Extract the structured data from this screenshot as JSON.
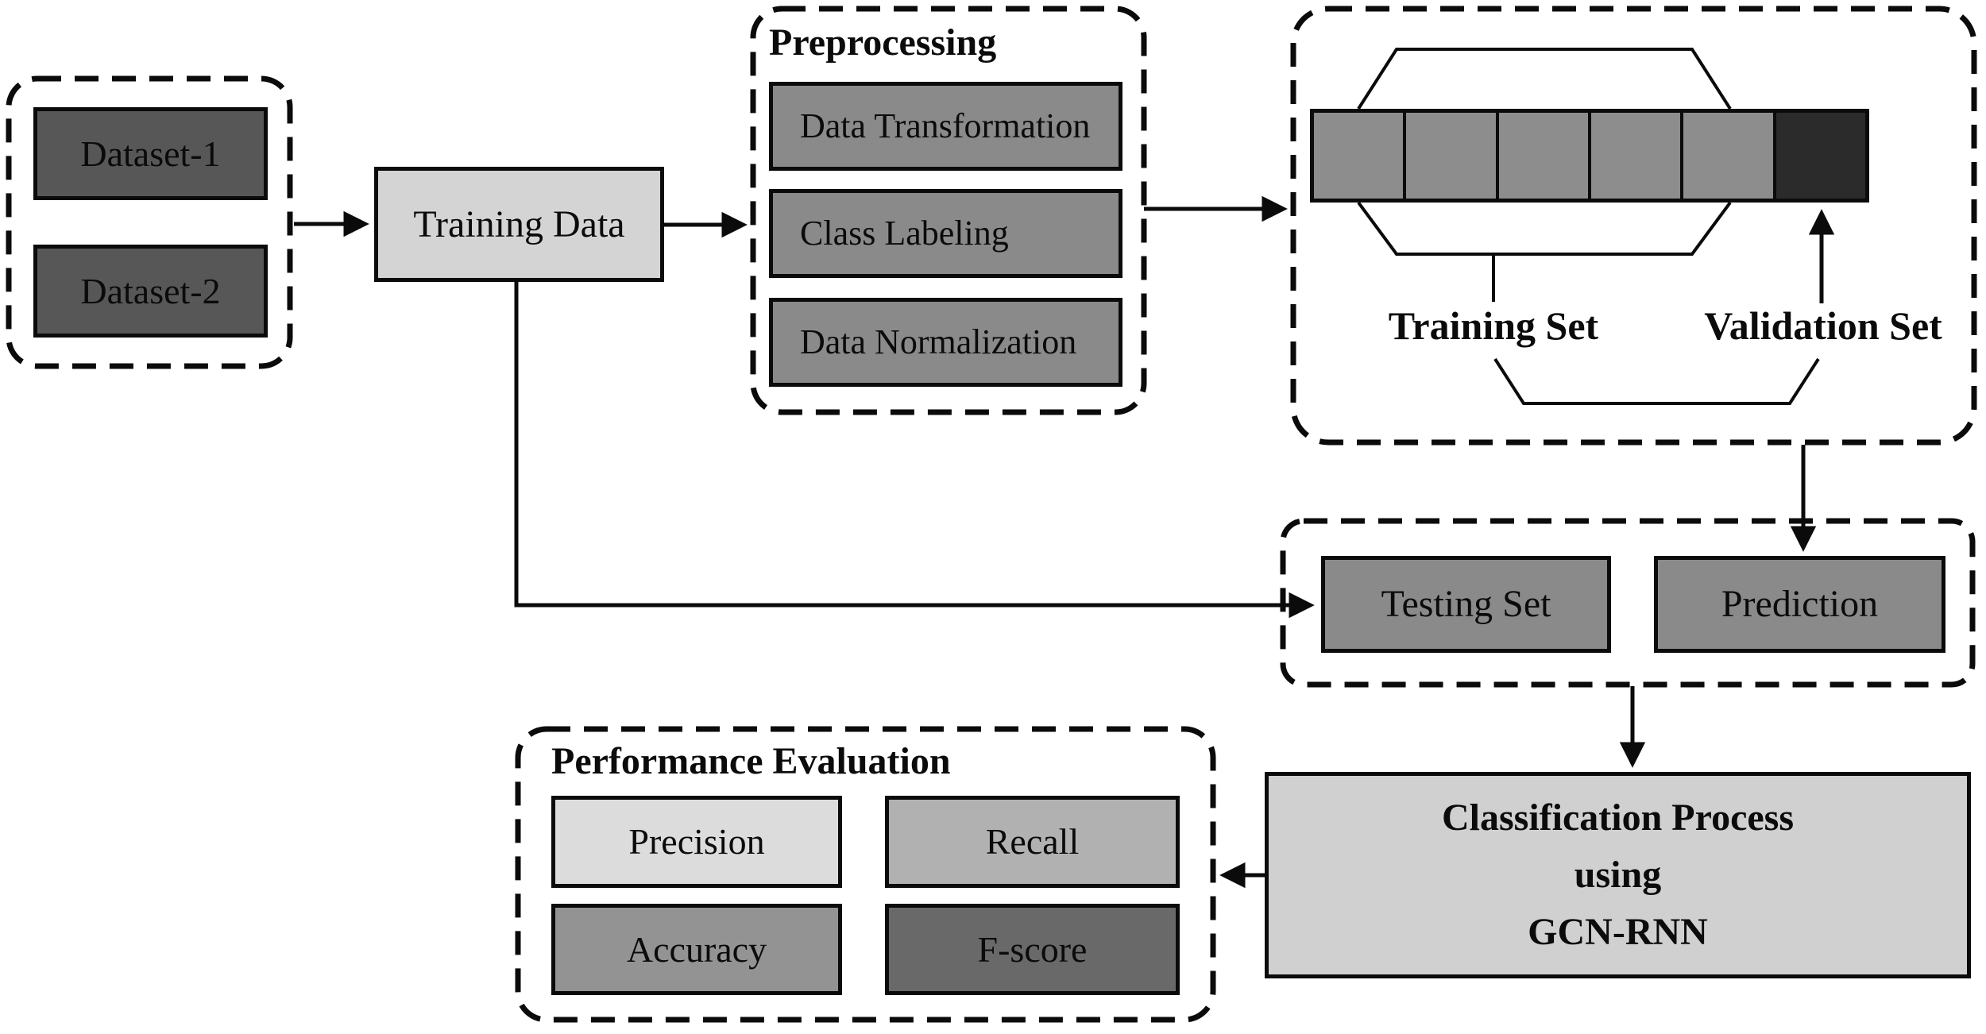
{
  "diagram": {
    "background": "#ffffff",
    "line_color": "#0b0b0b",
    "datasets_group": {
      "items": [
        {
          "label": "Dataset-1"
        },
        {
          "label": "Dataset-2"
        }
      ],
      "fill": "#575757"
    },
    "training_data": {
      "label": "Training Data",
      "fill": "#d4d4d4"
    },
    "preprocessing": {
      "title": "Preprocessing",
      "fill": "#8a8a8a",
      "steps": [
        {
          "label": "Data Transformation"
        },
        {
          "label": "Class Labeling"
        },
        {
          "label": "Data Normalization"
        }
      ]
    },
    "data_split": {
      "training_label": "Training Set",
      "validation_label": "Validation Set",
      "training_segments": 5,
      "validation_segments": 1,
      "segment_fill": "#8d8d8d",
      "validation_fill": "#2b2b2b"
    },
    "testing_group": {
      "testing_label": "Testing Set",
      "prediction_label": "Prediction",
      "fill": "#8a8a8a"
    },
    "classification": {
      "fill": "#d0d0d0",
      "lines": [
        "Classification Process",
        "using",
        "GCN-RNN"
      ]
    },
    "evaluation": {
      "title": "Performance Evaluation",
      "metrics": [
        {
          "label": "Precision",
          "fill": "#dcdcdc"
        },
        {
          "label": "Recall",
          "fill": "#b1b1b1"
        },
        {
          "label": "Accuracy",
          "fill": "#939393"
        },
        {
          "label": "F-score",
          "fill": "#696969"
        }
      ]
    }
  }
}
